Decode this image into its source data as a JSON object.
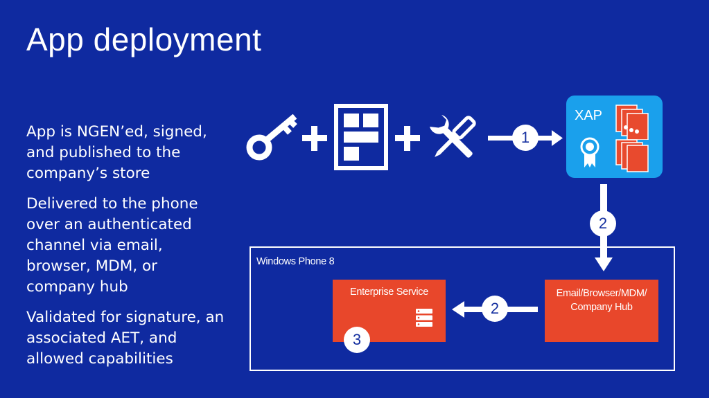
{
  "title": "App deployment",
  "bullets": [
    "App is NGEN’ed, signed, and published to the company’s store",
    "Delivered to the phone over an authenticated channel via email, browser, MDM, or company hub",
    "Validated for signature, an associated AET, and allowed capabilities"
  ],
  "diagram": {
    "xap_label": "XAP",
    "step1": "1",
    "step2_down": "2",
    "step2_left": "2",
    "step3": "3",
    "windows_phone_label": "Windows Phone 8",
    "enterprise_service_label": "Enterprise Service",
    "hub_label": "Email/Browser/MDM/ Company Hub"
  },
  "colors": {
    "background": "#0f2aa0",
    "xap_tile": "#1aa0ec",
    "orange": "#e8472b",
    "doc_red": "#e84a2e"
  },
  "icons": [
    "key-icon",
    "plus-icon",
    "app-layout-icon",
    "tools-icon",
    "arrow-right-icon",
    "certificate-icon",
    "document-stack-icon",
    "arrow-down-icon",
    "arrow-left-icon",
    "server-icon"
  ]
}
